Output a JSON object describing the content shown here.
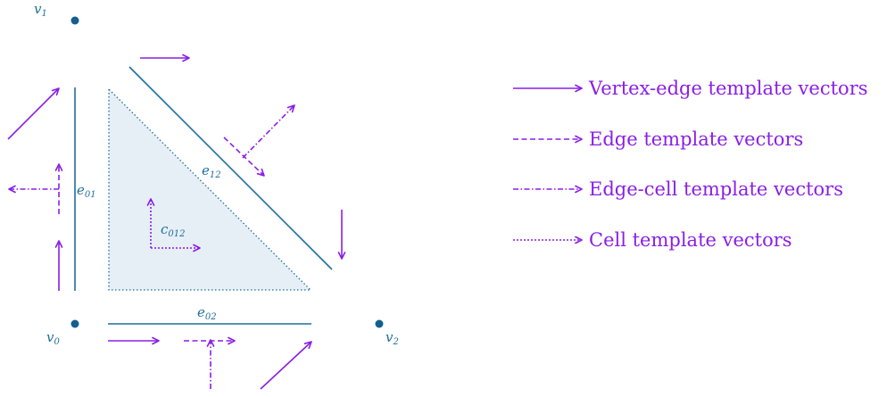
{
  "colors": {
    "mesh": "#1f6e9c",
    "vector": "#8a1ee6",
    "cell_fill": "#e6eef6",
    "vertex": "#135f8f"
  },
  "labels": {
    "v0": "v0",
    "v1": "v1",
    "v2": "v2",
    "e01": "e01",
    "e12": "e12",
    "e02": "e02",
    "c012": "c012"
  },
  "legend": [
    {
      "style": "solid",
      "text": "Vertex-edge template vectors"
    },
    {
      "style": "dashed",
      "text": "Edge template vectors"
    },
    {
      "style": "dashdot",
      "text": "Edge-cell template vectors"
    },
    {
      "style": "dotted",
      "text": "Cell template vectors"
    }
  ]
}
